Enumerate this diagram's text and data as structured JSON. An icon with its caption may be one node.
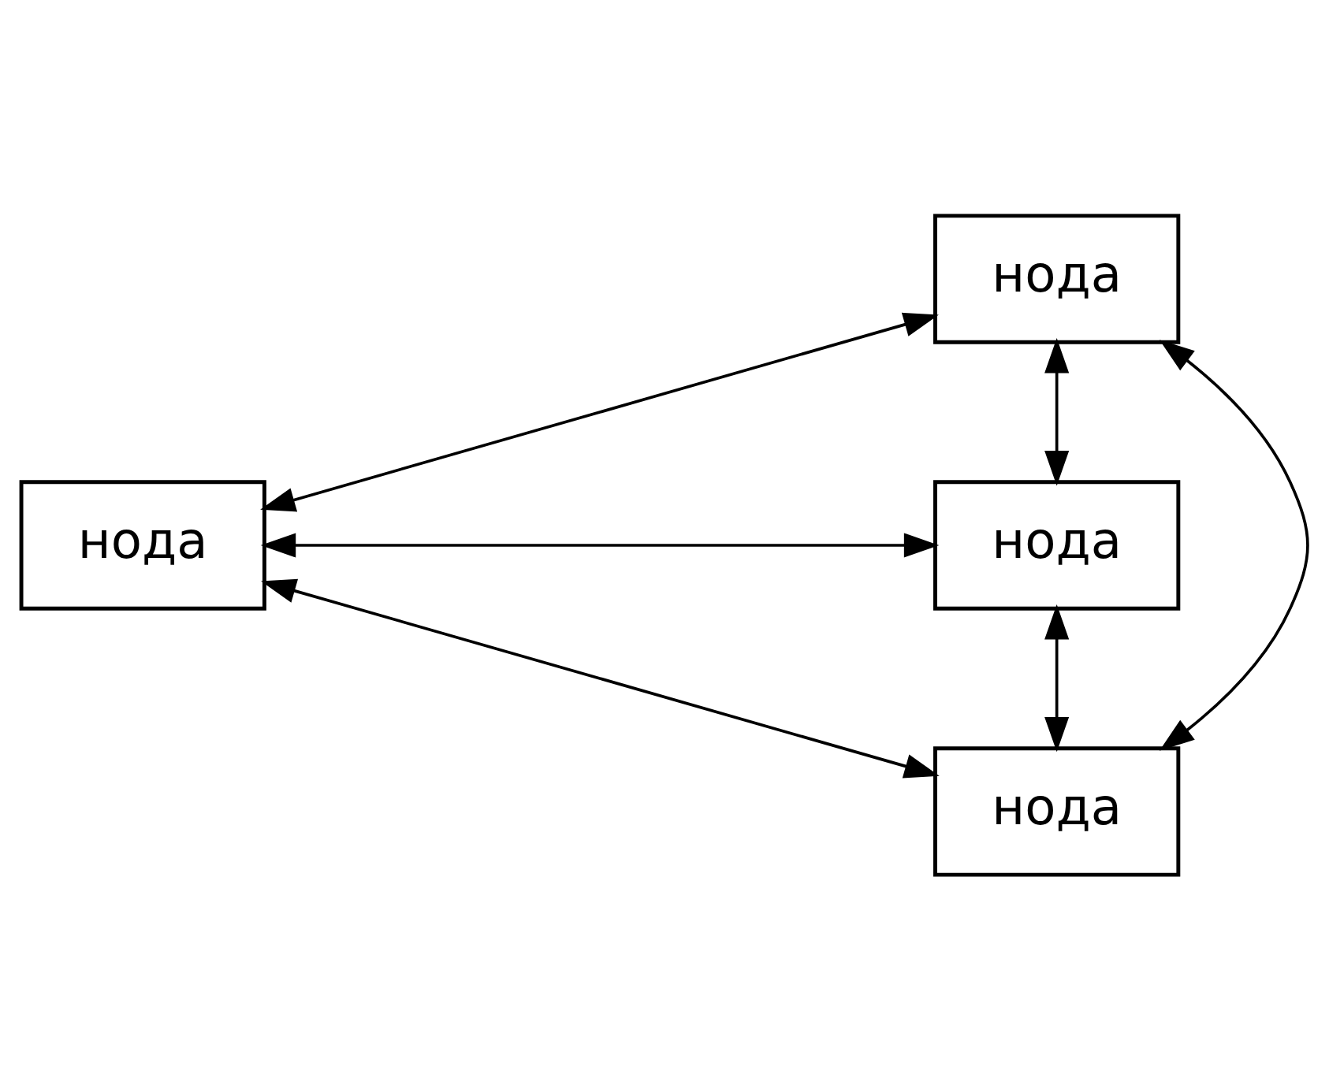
{
  "diagram": {
    "nodes": [
      {
        "text": [
          "нода"
        ]
      },
      {
        "text": [
          "нода"
        ]
      },
      {
        "text": [
          "нода"
        ]
      },
      {
        "text": [
          "нода"
        ]
      }
    ],
    "edges": [
      {
        "from": 0,
        "to": 1,
        "arrow": "both"
      },
      {
        "from": 0,
        "to": 2,
        "arrow": "both"
      },
      {
        "from": 0,
        "to": 3,
        "arrow": "both"
      },
      {
        "from": 1,
        "to": 2,
        "arrow": "both"
      },
      {
        "from": 1,
        "to": 3,
        "arrow": "both"
      },
      {
        "from": 2,
        "to": 3,
        "arrow": "both"
      }
    ]
  }
}
